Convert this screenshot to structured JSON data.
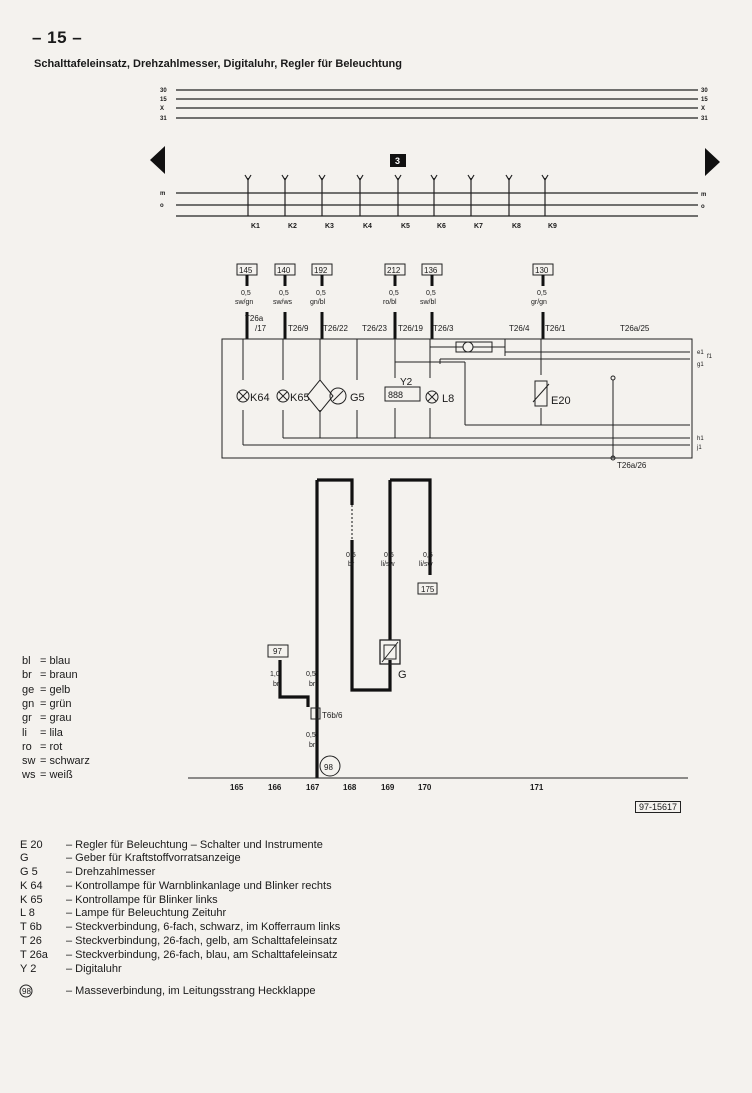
{
  "page": {
    "number": "– 15 –",
    "title": "Schalttafeleinsatz, Drehzahlmesser, Digitaluhr, Regler für Beleuchtung"
  },
  "top_bus": {
    "lines": [
      "30",
      "15",
      "X",
      "31"
    ],
    "sheet_badge": "3",
    "lower_lines": [
      "m",
      "o"
    ],
    "points": [
      "K1",
      "K2",
      "K3",
      "K4",
      "K5",
      "K6",
      "K7",
      "K8",
      "K9"
    ]
  },
  "upper_wires": [
    {
      "ref": "145",
      "size": "0,5",
      "color": "sw/gn"
    },
    {
      "ref": "140",
      "size": "0,5",
      "color": "sw/ws"
    },
    {
      "ref": "192",
      "size": "0,5",
      "color": "gn/bl"
    },
    {
      "ref": "212",
      "size": "0,5",
      "color": "ro/bl"
    },
    {
      "ref": "136",
      "size": "0,5",
      "color": "sw/bl"
    },
    {
      "ref": "130",
      "size": "0,5",
      "color": "gr/gn"
    }
  ],
  "connectors": {
    "t26a_17a": "T26a",
    "t26a_17b": "/17",
    "t26_9": "T26/9",
    "t26_22": "T26/22",
    "t26_23": "T26/23",
    "t26_19": "T26/19",
    "t26_3": "T26/3",
    "t26_4": "T26/4",
    "t26_1": "T26/1",
    "t26a_25": "T26a/25",
    "t26a_26": "T26a/26",
    "t6b_6": "T6b/6"
  },
  "components": {
    "k64": "K64",
    "k65": "K65",
    "g5": "G5",
    "y2": "Y2",
    "l8": "L8",
    "e20": "E20",
    "g": "G",
    "ground_ref": "98"
  },
  "edge_labels": [
    "e1",
    "f1",
    "g1",
    "h1",
    "j1"
  ],
  "lower_wires": [
    {
      "size": "0,5",
      "color": "br"
    },
    {
      "size": "0,5",
      "color": "li/sw"
    },
    {
      "size": "0,5",
      "color": "li/sw",
      "ref": "175"
    }
  ],
  "left_wires": [
    {
      "ref": "97",
      "size": "1,0",
      "color": "br"
    },
    {
      "size": "0,5",
      "color": "br"
    },
    {
      "size": "0,5",
      "color": "br"
    }
  ],
  "track_numbers": [
    "165",
    "166",
    "167",
    "168",
    "169",
    "170",
    "171"
  ],
  "drawing_number": "97-15617",
  "color_legend": [
    {
      "abbr": "bl",
      "name": "= blau"
    },
    {
      "abbr": "br",
      "name": "= braun"
    },
    {
      "abbr": "ge",
      "name": "= gelb"
    },
    {
      "abbr": "gn",
      "name": "= grün"
    },
    {
      "abbr": "gr",
      "name": "= grau"
    },
    {
      "abbr": "li",
      "name": "= lila"
    },
    {
      "abbr": "ro",
      "name": "= rot"
    },
    {
      "abbr": "sw",
      "name": "= schwarz"
    },
    {
      "abbr": "ws",
      "name": "= weiß"
    }
  ],
  "parts_legend": [
    {
      "code": "E 20",
      "desc": "– Regler für Beleuchtung – Schalter und Instrumente"
    },
    {
      "code": "G",
      "desc": "– Geber für Kraftstoffvorratsanzeige"
    },
    {
      "code": "G 5",
      "desc": "– Drehzahlmesser"
    },
    {
      "code": "K 64",
      "desc": "– Kontrollampe für Warnblinkanlage und Blinker rechts"
    },
    {
      "code": "K 65",
      "desc": "– Kontrollampe für Blinker links"
    },
    {
      "code": "L 8",
      "desc": "– Lampe für Beleuchtung Zeituhr"
    },
    {
      "code": "T 6b",
      "desc": "– Steckverbindung, 6-fach, schwarz, im Kofferraum links"
    },
    {
      "code": "T 26",
      "desc": "– Steckverbindung, 26-fach, gelb, am Schalttafeleinsatz"
    },
    {
      "code": "T 26a",
      "desc": "– Steckverbindung, 26-fach, blau, am Schalttafeleinsatz"
    },
    {
      "code": "Y 2",
      "desc": "– Digitaluhr"
    },
    {
      "code": "98",
      "desc": "– Masseverbindung, im Leitungsstrang Heckklappe"
    }
  ]
}
